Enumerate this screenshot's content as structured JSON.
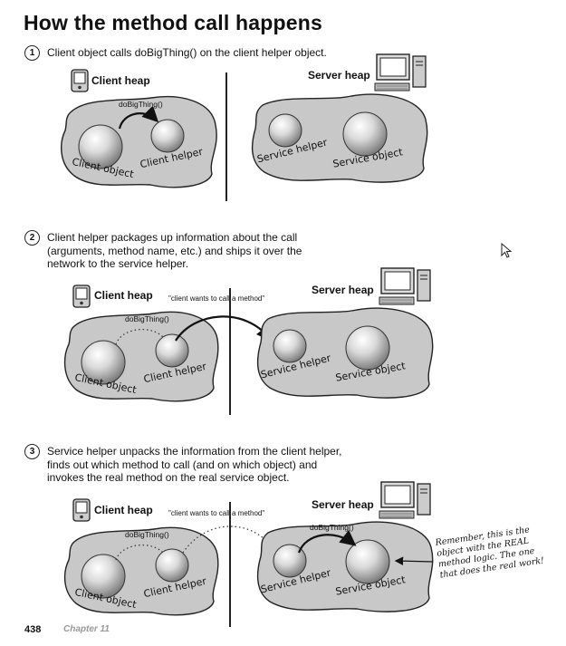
{
  "page": {
    "title": "How the method call happens",
    "page_number": "438",
    "chapter": "Chapter 11"
  },
  "steps": [
    {
      "number": "1",
      "text": "Client object calls doBigThing() on the client helper object.",
      "client_heap": "Client heap",
      "server_heap": "Server heap",
      "call": "doBigThing()",
      "client_object": "Client object",
      "client_helper": "Client helper",
      "service_helper": "Service helper",
      "service_object": "Service object"
    },
    {
      "number": "2",
      "text": "Client helper packages up information about the call\n(arguments, method name, etc.) and ships it over the\nnetwork to the service helper.",
      "client_heap": "Client heap",
      "server_heap": "Server heap",
      "caption": "\"client wants to call a method\"",
      "call": "doBigThing()",
      "client_object": "Client object",
      "client_helper": "Client helper",
      "service_helper": "Service helper",
      "service_object": "Service object"
    },
    {
      "number": "3",
      "text": "Service helper unpacks the information from the client helper,\nfinds out which method to call (and on which object) and\ninvokes the real method on the real service object.",
      "client_heap": "Client heap",
      "server_heap": "Server heap",
      "caption": "\"client wants to call a method\"",
      "call_client": "doBigThing()",
      "call_server": "doBigThing()",
      "client_object": "Client object",
      "client_helper": "Client helper",
      "service_helper": "Service helper",
      "service_object": "Service object",
      "note": "Remember, this is the\nobject with the REAL\nmethod logic. The one\nthat does the real work!"
    }
  ]
}
